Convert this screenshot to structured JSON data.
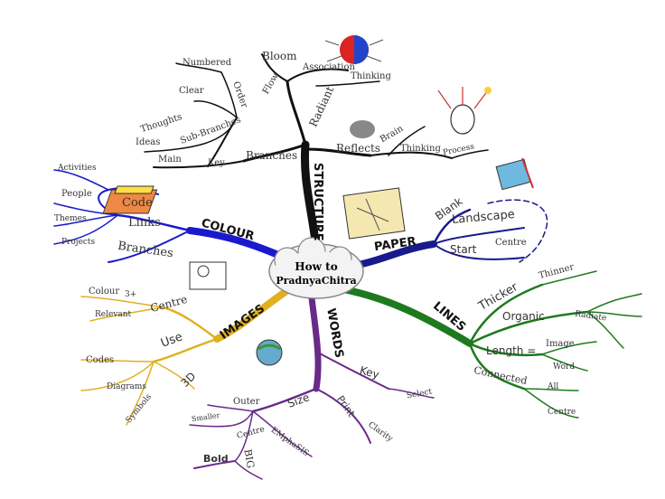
{
  "center": {
    "line1": "How to",
    "line2": "PradnyaChitra"
  },
  "structure": {
    "label": "STRUCTURE",
    "radiant": "Radiant",
    "bloom": "Bloom",
    "flow": "Flow",
    "association": "Association",
    "thinking_top": "Thinking",
    "branches": "Branches",
    "main": "Main",
    "key": "Key",
    "sub_branches": "Sub-Branches",
    "thoughts": "Thoughts",
    "ideas": "Ideas",
    "clear": "Clear",
    "order": "Order",
    "numbered": "Numbered",
    "reflects": "Reflects",
    "brain": "Brain",
    "thinking_right": "Thinking",
    "process": "Process"
  },
  "paper": {
    "label": "PAPER",
    "blank": "Blank",
    "landscape": "Landscape",
    "start": "Start",
    "centre": "Centre"
  },
  "lines": {
    "label": "LINES",
    "thicker": "Thicker",
    "thinner": "Thinner",
    "organic": "Organic",
    "radiate": "Radiate",
    "length": "Length =",
    "image": "Image",
    "word": "Word",
    "connected": "Connected",
    "all": "All",
    "centre": "Centre"
  },
  "words": {
    "label": "WORDS",
    "key": "Key",
    "select": "Select",
    "print": "Print",
    "clarity": "Clarity",
    "size": "Size",
    "outer": "Outer",
    "smaller": "Smaller",
    "centre": "Centre",
    "emphasis": "EMphaSIS",
    "bold": "Bold",
    "big": "BIG"
  },
  "images": {
    "label": "IMAGES",
    "centre": "Centre",
    "colour": "Colour",
    "count": "3+",
    "relevant": "Relevant",
    "use": "Use",
    "three_d": "3D",
    "codes": "Codes",
    "diagrams": "Diagrams",
    "symbols": "Symbols"
  },
  "colour": {
    "label": "COLOUR",
    "code": "Code",
    "links": "Links",
    "branches": "Branches",
    "activities": "Activities",
    "people": "People",
    "themes": "Themes",
    "projects": "Projects"
  },
  "colors": {
    "structure": "#111111",
    "paper": "#1a1a8c",
    "lines": "#1e7a1e",
    "words": "#6a2a8a",
    "images": "#e0b020",
    "colour": "#1a1acc"
  }
}
